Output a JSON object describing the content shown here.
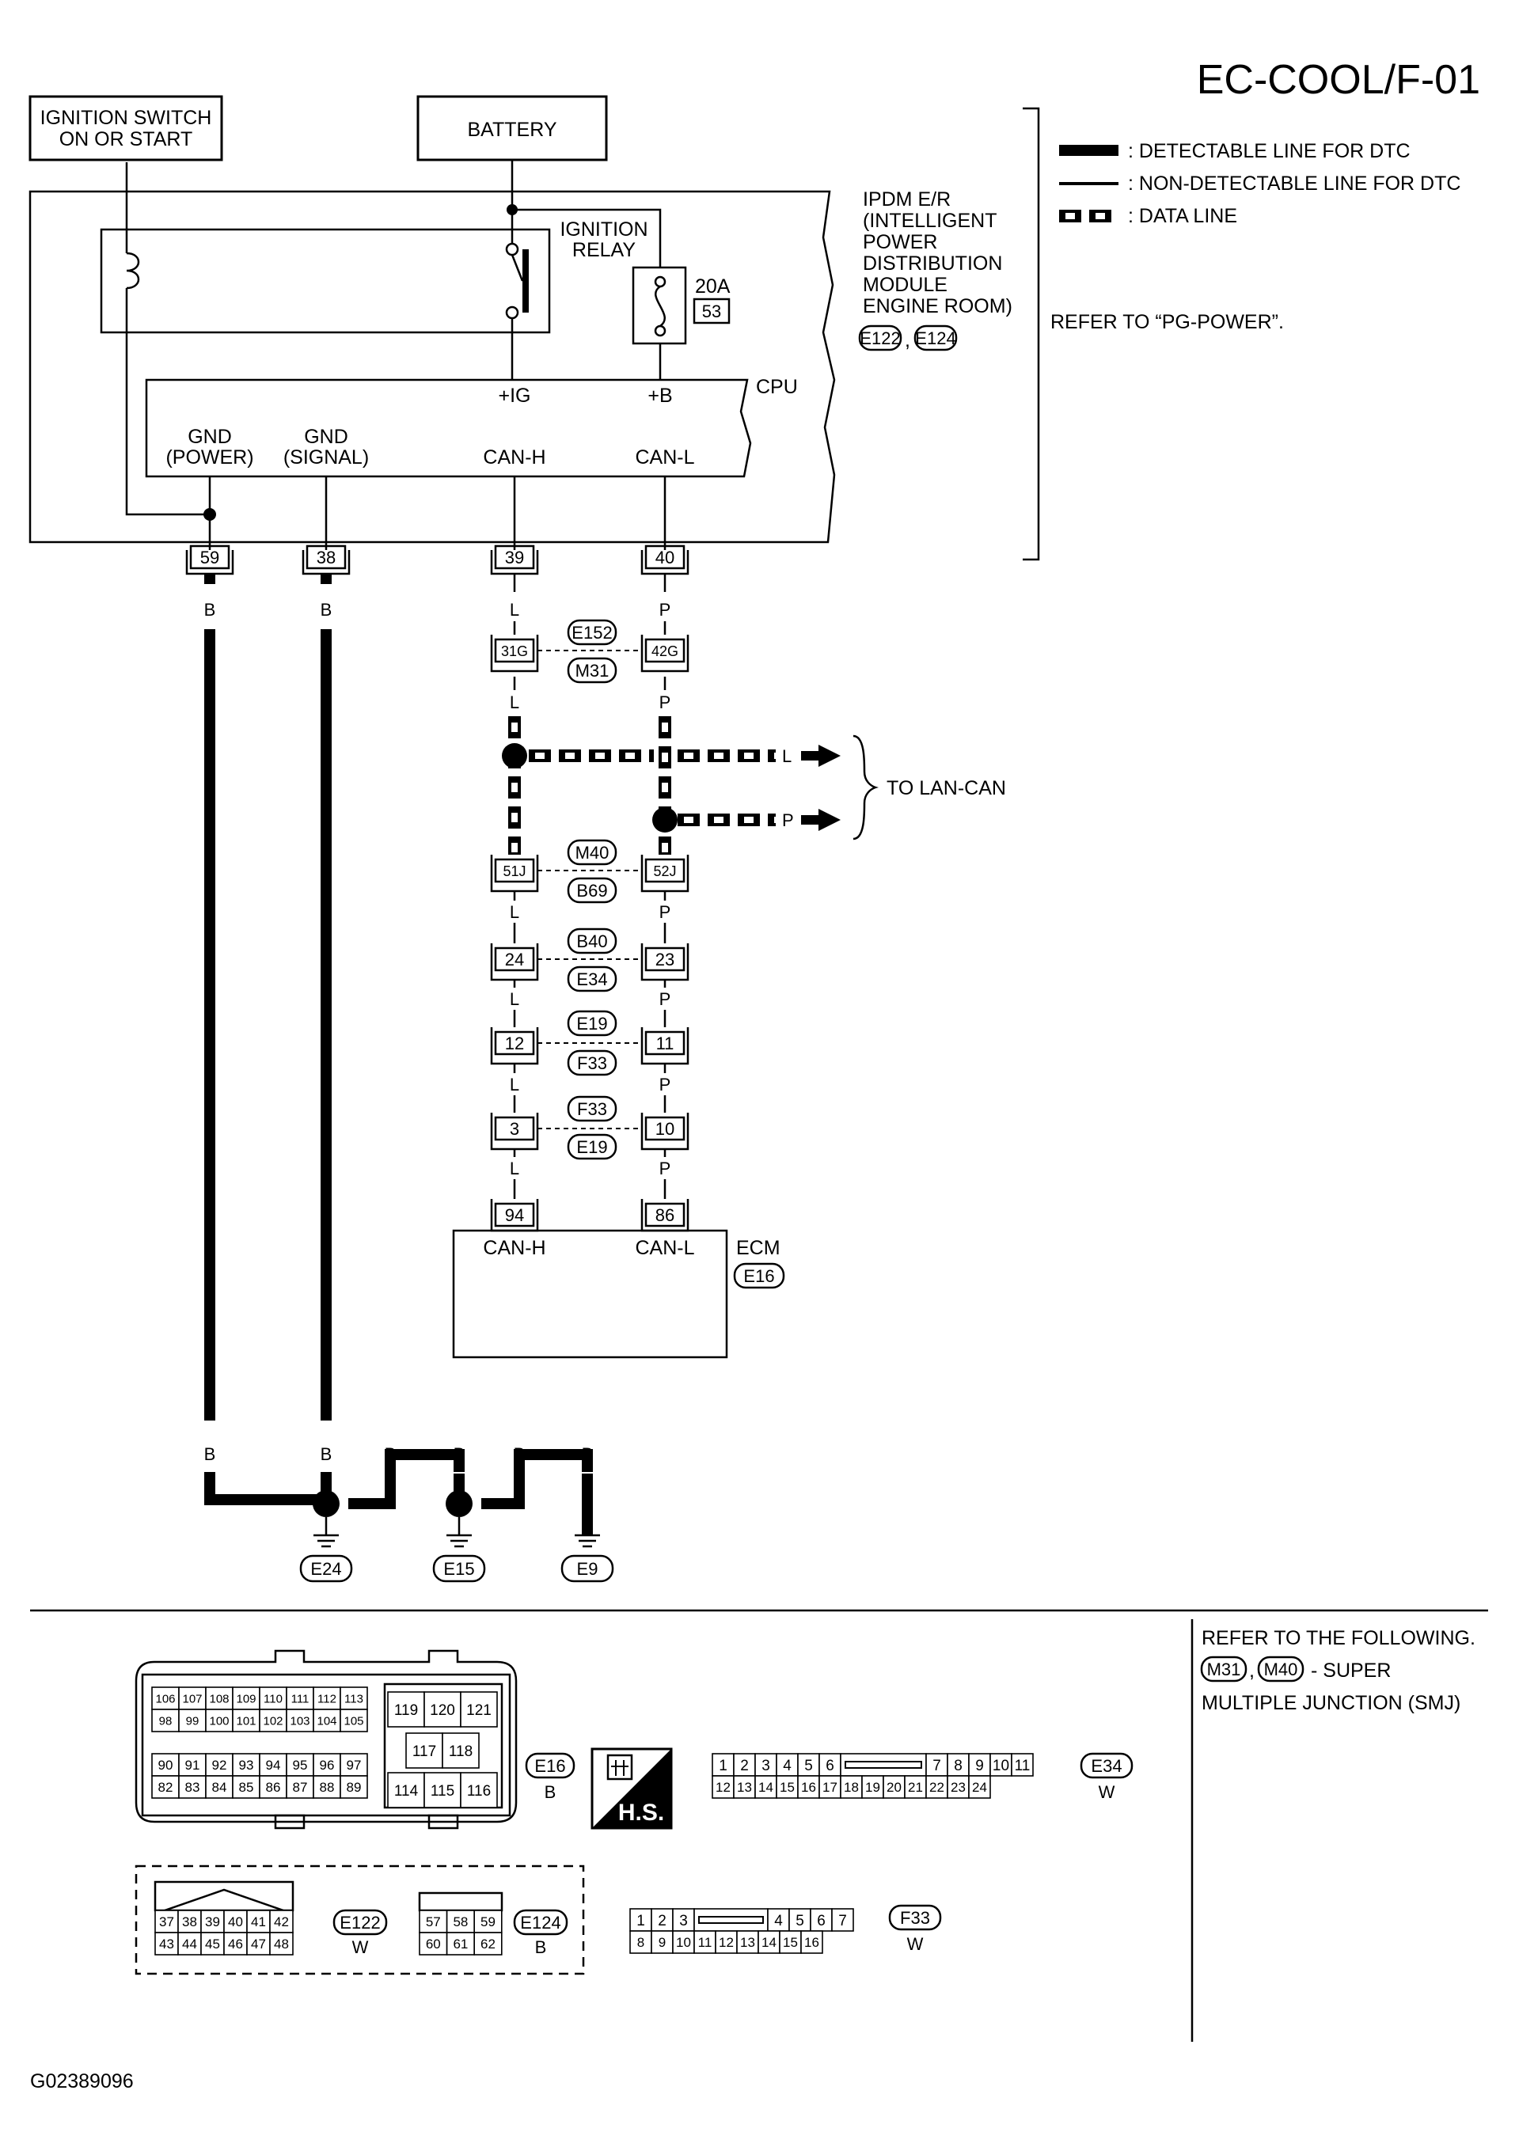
{
  "page_title": "EC-COOL/F-01",
  "figure_id": "G02389096",
  "legend": {
    "detectable": ": DETECTABLE LINE FOR DTC",
    "non_detectable": ": NON-DETECTABLE LINE FOR DTC",
    "data_line": ": DATA LINE"
  },
  "ignition_switch": {
    "line1": "IGNITION SWITCH",
    "line2": "ON OR START"
  },
  "battery": "BATTERY",
  "ipdm": {
    "lines": [
      "IPDM E/R",
      "(INTELLIGENT",
      "POWER",
      "DISTRIBUTION",
      "MODULE",
      "ENGINE ROOM)"
    ],
    "connectors": [
      "E122",
      "E124"
    ],
    "separator": ",",
    "refer": "REFER TO “PG-POWER”.",
    "relay_line1": "IGNITION",
    "relay_line2": "RELAY",
    "fuse_rating": "20A",
    "fuse_number": "53",
    "cpu": "CPU",
    "ig": "+IG",
    "b_plus": "+B",
    "gnd_power_1": "GND",
    "gnd_power_2": "(POWER)",
    "gnd_signal_1": "GND",
    "gnd_signal_2": "(SIGNAL)",
    "can_h": "CAN-H",
    "can_l": "CAN-L"
  },
  "terminals": {
    "t59": "59",
    "t38": "38",
    "t39": "39",
    "t40": "40"
  },
  "wire_colors": {
    "b": "B",
    "l": "L",
    "p": "P"
  },
  "junctions": [
    {
      "left": "31G",
      "right": "42G",
      "top": "E152",
      "bottom": "M31"
    },
    {
      "left": "51J",
      "right": "52J",
      "top": "M40",
      "bottom": "B69"
    },
    {
      "left": "24",
      "right": "23",
      "top": "B40",
      "bottom": "E34"
    },
    {
      "left": "12",
      "right": "11",
      "top": "E19",
      "bottom": "F33"
    },
    {
      "left": "3",
      "right": "10",
      "top": "F33",
      "bottom": "E19"
    }
  ],
  "lan_can": "TO LAN-CAN",
  "ecm": {
    "label": "ECM",
    "connector": "E16",
    "pin_h": "94",
    "pin_l": "86",
    "can_h": "CAN-H",
    "can_l": "CAN-L"
  },
  "grounds": [
    "E24",
    "E15",
    "E9"
  ],
  "refer_following": {
    "line1": "REFER TO THE FOLLOWING.",
    "c1": "M31",
    "c2": "M40",
    "sep": ",",
    "suffix": "- SUPER",
    "line3": "MULTIPLE JUNCTION (SMJ)"
  },
  "hs_label": "H.S.",
  "connector_views": {
    "e16": {
      "id": "E16",
      "color": "B",
      "row1": [
        "106",
        "107",
        "108",
        "109",
        "110",
        "111",
        "112",
        "113"
      ],
      "row2": [
        "98",
        "99",
        "100",
        "101",
        "102",
        "103",
        "104",
        "105"
      ],
      "row3": [
        "90",
        "91",
        "92",
        "93",
        "94",
        "95",
        "96",
        "97"
      ],
      "row4": [
        "82",
        "83",
        "84",
        "85",
        "86",
        "87",
        "88",
        "89"
      ],
      "right_top": [
        "119",
        "120",
        "121"
      ],
      "right_mid": [
        "117",
        "118"
      ],
      "right_bot": [
        "114",
        "115",
        "116"
      ]
    },
    "e34": {
      "id": "E34",
      "color": "W",
      "row1a": [
        "1",
        "2",
        "3",
        "4",
        "5",
        "6"
      ],
      "row1b": [
        "7",
        "8",
        "9",
        "10",
        "11"
      ],
      "row2": [
        "12",
        "13",
        "14",
        "15",
        "16",
        "17",
        "18",
        "19",
        "20",
        "21",
        "22",
        "23",
        "24"
      ]
    },
    "e122": {
      "id": "E122",
      "color": "W",
      "row1": [
        "37",
        "38",
        "39",
        "40",
        "41",
        "42"
      ],
      "row2": [
        "43",
        "44",
        "45",
        "46",
        "47",
        "48"
      ]
    },
    "e124": {
      "id": "E124",
      "color": "B",
      "row1": [
        "57",
        "58",
        "59"
      ],
      "row2": [
        "60",
        "61",
        "62"
      ]
    },
    "f33": {
      "id": "F33",
      "color": "W",
      "row1a": [
        "1",
        "2",
        "3"
      ],
      "row1b": [
        "4",
        "5",
        "6",
        "7"
      ],
      "row2": [
        "8",
        "9",
        "10",
        "11",
        "12",
        "13",
        "14",
        "15",
        "16"
      ]
    }
  }
}
